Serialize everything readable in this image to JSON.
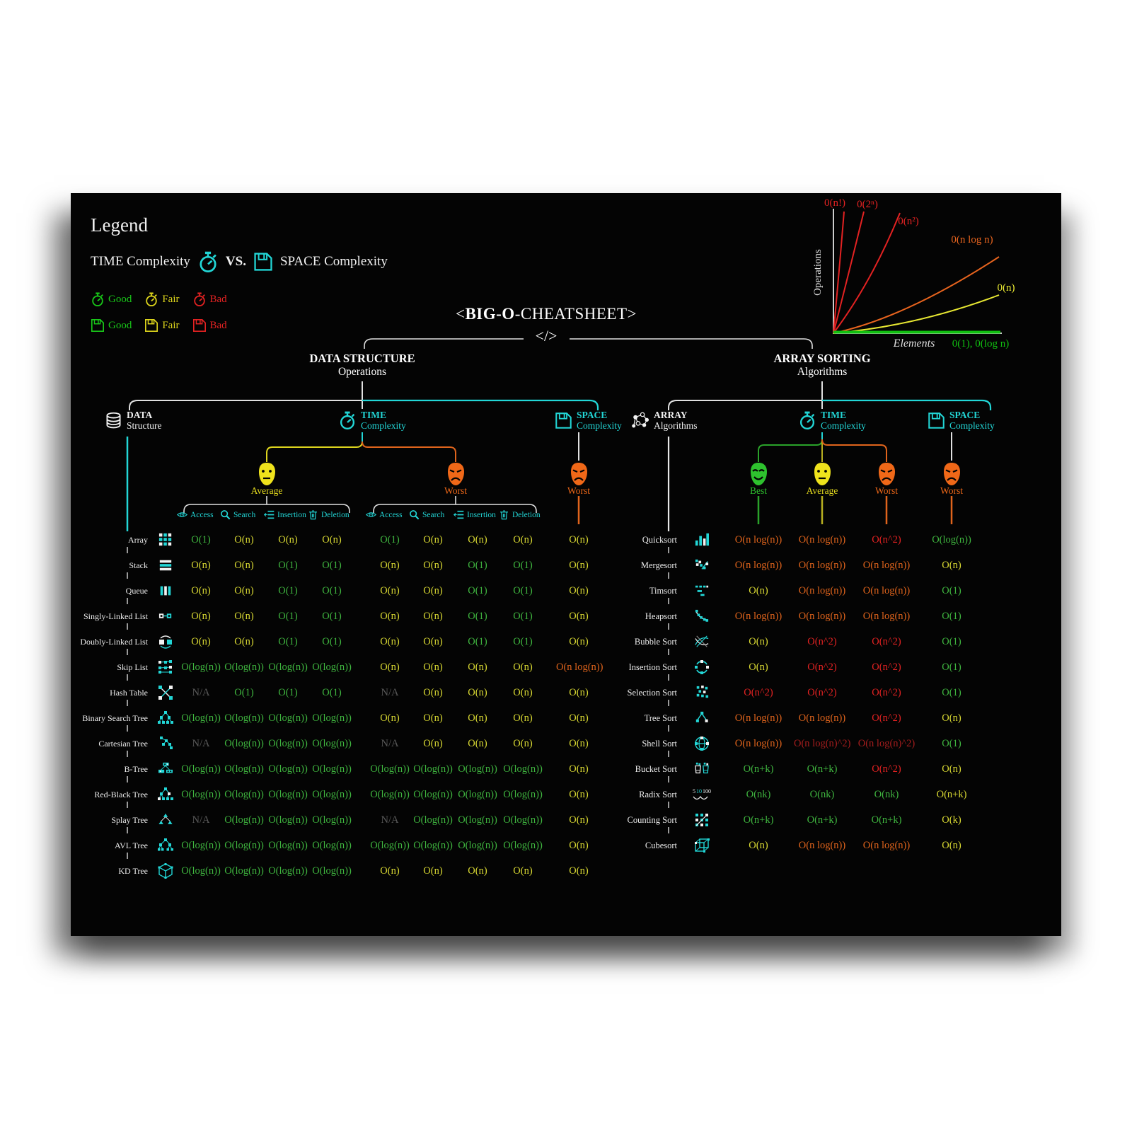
{
  "colors": {
    "cyan": "#22d6d6",
    "green": "#3fb53f",
    "yellow": "#d8d832",
    "orange": "#e0641c",
    "red": "#e32222",
    "dark_red": "#a51d1d",
    "gray_na": "#5a5a5a",
    "white": "#f0f0f0",
    "best_green": "#2ec22e",
    "mask_yellow": "#efe31c",
    "mask_orange": "#f06818",
    "legend_green": "#19c819",
    "legend_yellow": "#ded61c",
    "legend_red": "#e32222"
  },
  "legend": {
    "title": "Legend",
    "time_label": "TIME Complexity",
    "vs_label": "VS.",
    "space_label": "SPACE Complexity",
    "time_ratings": [
      {
        "label": "Good",
        "color": "#19c819"
      },
      {
        "label": "Fair",
        "color": "#ded61c"
      },
      {
        "label": "Bad",
        "color": "#e32222"
      }
    ],
    "space_ratings": [
      {
        "label": "Good",
        "color": "#19c819"
      },
      {
        "label": "Fair",
        "color": "#ded61c"
      },
      {
        "label": "Bad",
        "color": "#e32222"
      }
    ]
  },
  "chart_data": {
    "type": "line",
    "title": "",
    "xlabel": "Elements",
    "ylabel": "Operations",
    "annotation": "0(1), 0(log n)",
    "grid": false,
    "legend_position": "inline-labels",
    "series": [
      {
        "name": "0(n!)",
        "color": "#e32222",
        "shape": "factorial"
      },
      {
        "name": "0(2ⁿ)",
        "color": "#e32222",
        "shape": "exponential"
      },
      {
        "name": "0(n²)",
        "color": "#e32222",
        "shape": "quadratic"
      },
      {
        "name": "0(n log n)",
        "color": "#e8641e",
        "shape": "linearithmic"
      },
      {
        "name": "0(n)",
        "color": "#e8e832",
        "shape": "linear"
      },
      {
        "name": "0(1), 0(log n)",
        "color": "#10c010",
        "shape": "constant"
      }
    ]
  },
  "title": {
    "pre": "<",
    "bold": "BIG-O",
    "post": "-CHEATSHEET>",
    "code_mark": "</>"
  },
  "left_section": {
    "heading": "DATA STRUCTURE",
    "subheading": "Operations",
    "nodes": {
      "data": {
        "top": "DATA",
        "bottom": "Structure"
      },
      "time": {
        "top": "TIME",
        "bottom": "Complexity"
      },
      "space": {
        "top": "SPACE",
        "bottom": "Complexity"
      }
    },
    "branches": {
      "average": "Average",
      "worst": "Worst",
      "space_worst": "Worst"
    },
    "op_headers": [
      "Access",
      "Search",
      "Insertion",
      "Deletion"
    ],
    "rows": [
      {
        "name": "Array",
        "icon": "array",
        "average": [
          {
            "v": "O(1)",
            "c": "g"
          },
          {
            "v": "O(n)",
            "c": "y"
          },
          {
            "v": "O(n)",
            "c": "y"
          },
          {
            "v": "O(n)",
            "c": "y"
          }
        ],
        "worst": [
          {
            "v": "O(1)",
            "c": "g"
          },
          {
            "v": "O(n)",
            "c": "y"
          },
          {
            "v": "O(n)",
            "c": "y"
          },
          {
            "v": "O(n)",
            "c": "y"
          }
        ],
        "space": {
          "v": "O(n)",
          "c": "y"
        }
      },
      {
        "name": "Stack",
        "icon": "stack",
        "average": [
          {
            "v": "O(n)",
            "c": "y"
          },
          {
            "v": "O(n)",
            "c": "y"
          },
          {
            "v": "O(1)",
            "c": "g"
          },
          {
            "v": "O(1)",
            "c": "g"
          }
        ],
        "worst": [
          {
            "v": "O(n)",
            "c": "y"
          },
          {
            "v": "O(n)",
            "c": "y"
          },
          {
            "v": "O(1)",
            "c": "g"
          },
          {
            "v": "O(1)",
            "c": "g"
          }
        ],
        "space": {
          "v": "O(n)",
          "c": "y"
        }
      },
      {
        "name": "Queue",
        "icon": "queue",
        "average": [
          {
            "v": "O(n)",
            "c": "y"
          },
          {
            "v": "O(n)",
            "c": "y"
          },
          {
            "v": "O(1)",
            "c": "g"
          },
          {
            "v": "O(1)",
            "c": "g"
          }
        ],
        "worst": [
          {
            "v": "O(n)",
            "c": "y"
          },
          {
            "v": "O(n)",
            "c": "y"
          },
          {
            "v": "O(1)",
            "c": "g"
          },
          {
            "v": "O(1)",
            "c": "g"
          }
        ],
        "space": {
          "v": "O(n)",
          "c": "y"
        }
      },
      {
        "name": "Singly-Linked List",
        "icon": "singly-linked-list",
        "average": [
          {
            "v": "O(n)",
            "c": "y"
          },
          {
            "v": "O(n)",
            "c": "y"
          },
          {
            "v": "O(1)",
            "c": "g"
          },
          {
            "v": "O(1)",
            "c": "g"
          }
        ],
        "worst": [
          {
            "v": "O(n)",
            "c": "y"
          },
          {
            "v": "O(n)",
            "c": "y"
          },
          {
            "v": "O(1)",
            "c": "g"
          },
          {
            "v": "O(1)",
            "c": "g"
          }
        ],
        "space": {
          "v": "O(n)",
          "c": "y"
        }
      },
      {
        "name": "Doubly-Linked List",
        "icon": "doubly-linked-list",
        "average": [
          {
            "v": "O(n)",
            "c": "y"
          },
          {
            "v": "O(n)",
            "c": "y"
          },
          {
            "v": "O(1)",
            "c": "g"
          },
          {
            "v": "O(1)",
            "c": "g"
          }
        ],
        "worst": [
          {
            "v": "O(n)",
            "c": "y"
          },
          {
            "v": "O(n)",
            "c": "y"
          },
          {
            "v": "O(1)",
            "c": "g"
          },
          {
            "v": "O(1)",
            "c": "g"
          }
        ],
        "space": {
          "v": "O(n)",
          "c": "y"
        }
      },
      {
        "name": "Skip List",
        "icon": "skip-list",
        "average": [
          {
            "v": "O(log(n))",
            "c": "g"
          },
          {
            "v": "O(log(n))",
            "c": "g"
          },
          {
            "v": "O(log(n))",
            "c": "g"
          },
          {
            "v": "O(log(n))",
            "c": "g"
          }
        ],
        "worst": [
          {
            "v": "O(n)",
            "c": "y"
          },
          {
            "v": "O(n)",
            "c": "y"
          },
          {
            "v": "O(n)",
            "c": "y"
          },
          {
            "v": "O(n)",
            "c": "y"
          }
        ],
        "space": {
          "v": "O(n log(n))",
          "c": "o"
        }
      },
      {
        "name": "Hash Table",
        "icon": "hash-table",
        "average": [
          {
            "v": "N/A",
            "c": "na"
          },
          {
            "v": "O(1)",
            "c": "g"
          },
          {
            "v": "O(1)",
            "c": "g"
          },
          {
            "v": "O(1)",
            "c": "g"
          }
        ],
        "worst": [
          {
            "v": "N/A",
            "c": "na"
          },
          {
            "v": "O(n)",
            "c": "y"
          },
          {
            "v": "O(n)",
            "c": "y"
          },
          {
            "v": "O(n)",
            "c": "y"
          }
        ],
        "space": {
          "v": "O(n)",
          "c": "y"
        }
      },
      {
        "name": "Binary Search Tree",
        "icon": "binary-search-tree",
        "average": [
          {
            "v": "O(log(n))",
            "c": "g"
          },
          {
            "v": "O(log(n))",
            "c": "g"
          },
          {
            "v": "O(log(n))",
            "c": "g"
          },
          {
            "v": "O(log(n))",
            "c": "g"
          }
        ],
        "worst": [
          {
            "v": "O(n)",
            "c": "y"
          },
          {
            "v": "O(n)",
            "c": "y"
          },
          {
            "v": "O(n)",
            "c": "y"
          },
          {
            "v": "O(n)",
            "c": "y"
          }
        ],
        "space": {
          "v": "O(n)",
          "c": "y"
        }
      },
      {
        "name": "Cartesian Tree",
        "icon": "cartesian-tree",
        "average": [
          {
            "v": "N/A",
            "c": "na"
          },
          {
            "v": "O(log(n))",
            "c": "g"
          },
          {
            "v": "O(log(n))",
            "c": "g"
          },
          {
            "v": "O(log(n))",
            "c": "g"
          }
        ],
        "worst": [
          {
            "v": "N/A",
            "c": "na"
          },
          {
            "v": "O(n)",
            "c": "y"
          },
          {
            "v": "O(n)",
            "c": "y"
          },
          {
            "v": "O(n)",
            "c": "y"
          }
        ],
        "space": {
          "v": "O(n)",
          "c": "y"
        }
      },
      {
        "name": "B-Tree",
        "icon": "b-tree",
        "average": [
          {
            "v": "O(log(n))",
            "c": "g"
          },
          {
            "v": "O(log(n))",
            "c": "g"
          },
          {
            "v": "O(log(n))",
            "c": "g"
          },
          {
            "v": "O(log(n))",
            "c": "g"
          }
        ],
        "worst": [
          {
            "v": "O(log(n))",
            "c": "g"
          },
          {
            "v": "O(log(n))",
            "c": "g"
          },
          {
            "v": "O(log(n))",
            "c": "g"
          },
          {
            "v": "O(log(n))",
            "c": "g"
          }
        ],
        "space": {
          "v": "O(n)",
          "c": "y"
        }
      },
      {
        "name": "Red-Black Tree",
        "icon": "red-black-tree",
        "average": [
          {
            "v": "O(log(n))",
            "c": "g"
          },
          {
            "v": "O(log(n))",
            "c": "g"
          },
          {
            "v": "O(log(n))",
            "c": "g"
          },
          {
            "v": "O(log(n))",
            "c": "g"
          }
        ],
        "worst": [
          {
            "v": "O(log(n))",
            "c": "g"
          },
          {
            "v": "O(log(n))",
            "c": "g"
          },
          {
            "v": "O(log(n))",
            "c": "g"
          },
          {
            "v": "O(log(n))",
            "c": "g"
          }
        ],
        "space": {
          "v": "O(n)",
          "c": "y"
        }
      },
      {
        "name": "Splay Tree",
        "icon": "splay-tree",
        "average": [
          {
            "v": "N/A",
            "c": "na"
          },
          {
            "v": "O(log(n))",
            "c": "g"
          },
          {
            "v": "O(log(n))",
            "c": "g"
          },
          {
            "v": "O(log(n))",
            "c": "g"
          }
        ],
        "worst": [
          {
            "v": "N/A",
            "c": "na"
          },
          {
            "v": "O(log(n))",
            "c": "g"
          },
          {
            "v": "O(log(n))",
            "c": "g"
          },
          {
            "v": "O(log(n))",
            "c": "g"
          }
        ],
        "space": {
          "v": "O(n)",
          "c": "y"
        }
      },
      {
        "name": "AVL Tree",
        "icon": "avl-tree",
        "average": [
          {
            "v": "O(log(n))",
            "c": "g"
          },
          {
            "v": "O(log(n))",
            "c": "g"
          },
          {
            "v": "O(log(n))",
            "c": "g"
          },
          {
            "v": "O(log(n))",
            "c": "g"
          }
        ],
        "worst": [
          {
            "v": "O(log(n))",
            "c": "g"
          },
          {
            "v": "O(log(n))",
            "c": "g"
          },
          {
            "v": "O(log(n))",
            "c": "g"
          },
          {
            "v": "O(log(n))",
            "c": "g"
          }
        ],
        "space": {
          "v": "O(n)",
          "c": "y"
        }
      },
      {
        "name": "KD Tree",
        "icon": "kd-tree",
        "average": [
          {
            "v": "O(log(n))",
            "c": "g"
          },
          {
            "v": "O(log(n))",
            "c": "g"
          },
          {
            "v": "O(log(n))",
            "c": "g"
          },
          {
            "v": "O(log(n))",
            "c": "g"
          }
        ],
        "worst": [
          {
            "v": "O(n)",
            "c": "y"
          },
          {
            "v": "O(n)",
            "c": "y"
          },
          {
            "v": "O(n)",
            "c": "y"
          },
          {
            "v": "O(n)",
            "c": "y"
          }
        ],
        "space": {
          "v": "O(n)",
          "c": "y"
        }
      }
    ]
  },
  "right_section": {
    "heading": "ARRAY SORTING",
    "subheading": "Algorithms",
    "nodes": {
      "array": {
        "top": "ARRAY",
        "bottom": "Algorithms"
      },
      "time": {
        "top": "TIME",
        "bottom": "Complexity"
      },
      "space": {
        "top": "SPACE",
        "bottom": "Complexity"
      }
    },
    "branches": {
      "best": "Best",
      "average": "Average",
      "worst": "Worst",
      "space_worst": "Worst"
    },
    "rows": [
      {
        "name": "Quicksort",
        "icon": "quicksort",
        "best": {
          "v": "O(n log(n))",
          "c": "o"
        },
        "average": {
          "v": "O(n log(n))",
          "c": "o"
        },
        "worst": {
          "v": "O(n^2)",
          "c": "r"
        },
        "space": {
          "v": "O(log(n))",
          "c": "g"
        }
      },
      {
        "name": "Mergesort",
        "icon": "mergesort",
        "best": {
          "v": "O(n log(n))",
          "c": "o"
        },
        "average": {
          "v": "O(n log(n))",
          "c": "o"
        },
        "worst": {
          "v": "O(n log(n))",
          "c": "o"
        },
        "space": {
          "v": "O(n)",
          "c": "y"
        }
      },
      {
        "name": "Timsort",
        "icon": "timsort",
        "best": {
          "v": "O(n)",
          "c": "y"
        },
        "average": {
          "v": "O(n log(n))",
          "c": "o"
        },
        "worst": {
          "v": "O(n log(n))",
          "c": "o"
        },
        "space": {
          "v": "O(1)",
          "c": "g"
        }
      },
      {
        "name": "Heapsort",
        "icon": "heapsort",
        "best": {
          "v": "O(n log(n))",
          "c": "o"
        },
        "average": {
          "v": "O(n log(n))",
          "c": "o"
        },
        "worst": {
          "v": "O(n log(n))",
          "c": "o"
        },
        "space": {
          "v": "O(1)",
          "c": "g"
        }
      },
      {
        "name": "Bubble Sort",
        "icon": "bubble-sort",
        "best": {
          "v": "O(n)",
          "c": "y"
        },
        "average": {
          "v": "O(n^2)",
          "c": "r"
        },
        "worst": {
          "v": "O(n^2)",
          "c": "r"
        },
        "space": {
          "v": "O(1)",
          "c": "g"
        }
      },
      {
        "name": "Insertion Sort",
        "icon": "insertion-sort",
        "best": {
          "v": "O(n)",
          "c": "y"
        },
        "average": {
          "v": "O(n^2)",
          "c": "r"
        },
        "worst": {
          "v": "O(n^2)",
          "c": "r"
        },
        "space": {
          "v": "O(1)",
          "c": "g"
        }
      },
      {
        "name": "Selection Sort",
        "icon": "selection-sort",
        "best": {
          "v": "O(n^2)",
          "c": "r"
        },
        "average": {
          "v": "O(n^2)",
          "c": "r"
        },
        "worst": {
          "v": "O(n^2)",
          "c": "r"
        },
        "space": {
          "v": "O(1)",
          "c": "g"
        }
      },
      {
        "name": "Tree Sort",
        "icon": "tree-sort",
        "best": {
          "v": "O(n log(n))",
          "c": "o"
        },
        "average": {
          "v": "O(n log(n))",
          "c": "o"
        },
        "worst": {
          "v": "O(n^2)",
          "c": "r"
        },
        "space": {
          "v": "O(n)",
          "c": "y"
        }
      },
      {
        "name": "Shell Sort",
        "icon": "shell-sort",
        "best": {
          "v": "O(n log(n))",
          "c": "o"
        },
        "average": {
          "v": "O(n log(n)^2)",
          "c": "dr"
        },
        "worst": {
          "v": "O(n log(n)^2)",
          "c": "dr"
        },
        "space": {
          "v": "O(1)",
          "c": "g"
        }
      },
      {
        "name": "Bucket Sort",
        "icon": "bucket-sort",
        "best": {
          "v": "O(n+k)",
          "c": "g"
        },
        "average": {
          "v": "O(n+k)",
          "c": "g"
        },
        "worst": {
          "v": "O(n^2)",
          "c": "r"
        },
        "space": {
          "v": "O(n)",
          "c": "y"
        }
      },
      {
        "name": "Radix Sort",
        "icon": "radix-sort",
        "best": {
          "v": "O(nk)",
          "c": "g"
        },
        "average": {
          "v": "O(nk)",
          "c": "g"
        },
        "worst": {
          "v": "O(nk)",
          "c": "g"
        },
        "space": {
          "v": "O(n+k)",
          "c": "y"
        }
      },
      {
        "name": "Counting Sort",
        "icon": "counting-sort",
        "best": {
          "v": "O(n+k)",
          "c": "g"
        },
        "average": {
          "v": "O(n+k)",
          "c": "g"
        },
        "worst": {
          "v": "O(n+k)",
          "c": "g"
        },
        "space": {
          "v": "O(k)",
          "c": "y"
        }
      },
      {
        "name": "Cubesort",
        "icon": "cubesort",
        "best": {
          "v": "O(n)",
          "c": "y"
        },
        "average": {
          "v": "O(n log(n))",
          "c": "o"
        },
        "worst": {
          "v": "O(n log(n))",
          "c": "o"
        },
        "space": {
          "v": "O(n)",
          "c": "y"
        }
      }
    ]
  }
}
